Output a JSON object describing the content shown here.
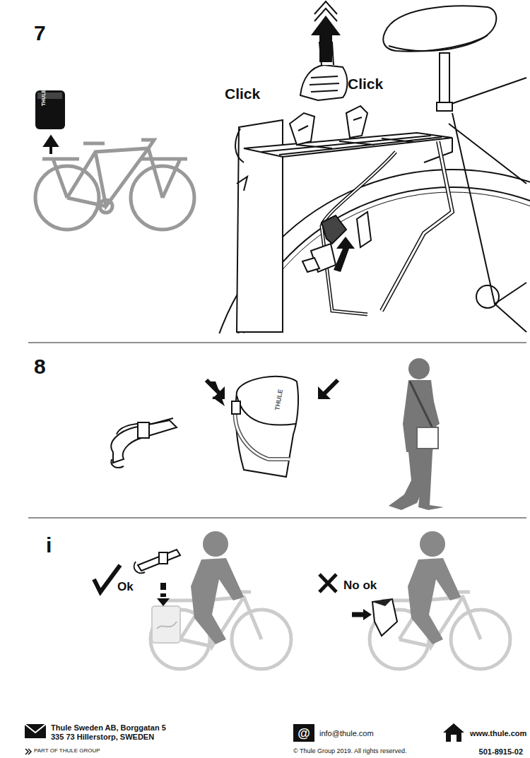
{
  "diagram": {
    "labels": [
      "7",
      "THULE",
      "Click",
      "Click",
      "8",
      "THULE",
      "i",
      "Ok",
      "No ok",
      "Thule Sweden AB, Borggatan 5",
      "335 73 Hillerstorp, SWEDEN",
      "PART OF THULE GROUP",
      "info@thule.com",
      "© Thule Group 2019. All rights reserved.",
      "www.thule.com",
      "501-8915-02"
    ]
  }
}
